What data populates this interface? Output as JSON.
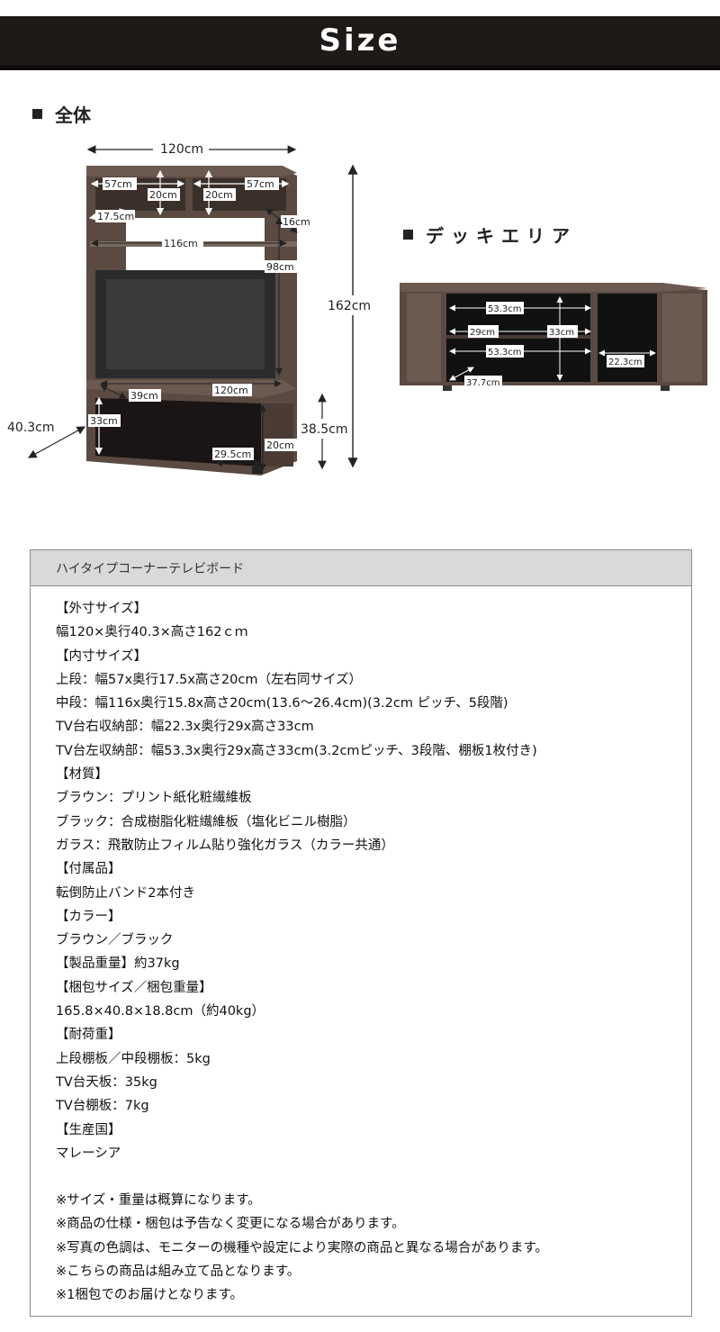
{
  "banner": {
    "title": "Size"
  },
  "sections": {
    "overall": "全体",
    "deck_area": "デッキエリア"
  },
  "overall_dims": {
    "width_total": "120cm",
    "top_left_width": "57cm",
    "top_right_width": "57cm",
    "top_left_height": "20cm",
    "top_right_height": "20cm",
    "top_depth": "17.5cm",
    "side_depth": "16cm",
    "middle_width": "116cm",
    "middle_height": "98cm",
    "total_height": "162cm",
    "deck_width": "120cm",
    "deck_depth": "39cm",
    "depth": "40.3cm",
    "cabinet_height": "33cm",
    "deck_height": "38.5cm",
    "base_width": "29.5cm",
    "base_height": "20cm"
  },
  "deck_dims": {
    "upper_width": "53.3cm",
    "shelf_pitch": "29cm",
    "inner_height": "33cm",
    "lower_width": "53.3cm",
    "right_width": "22.3cm",
    "depth": "37.7cm"
  },
  "spec": {
    "header": "ハイタイプコーナーテレビボード",
    "lines": [
      "【外寸サイズ】",
      "幅120×奥行40.3×高さ162ｃｍ",
      "【内寸サイズ】",
      "上段：幅57x奥行17.5x高さ20cm（左右同サイズ）",
      "中段：幅116x奥行15.8x高さ20cm(13.6～26.4cm)(3.2cm ピッチ、5段階)",
      "TV台右収納部：幅22.3x奥行29x高さ33cm",
      "TV台左収納部：幅53.3x奥行29x高さ33cm(3.2cmピッチ、3段階、棚板1枚付き)",
      "【材質】",
      "ブラウン：プリント紙化粧繊維板",
      "ブラック：合成樹脂化粧繊維板（塩化ビニル樹脂）",
      "ガラス：飛散防止フィルム貼り強化ガラス（カラー共通）",
      "【付属品】",
      "転倒防止バンド2本付き",
      "【カラー】",
      "ブラウン／ブラック",
      "【製品重量】約37kg",
      "【梱包サイズ／梱包重量】",
      "165.8×40.8×18.8cm（約40kg）",
      "【耐荷重】",
      "上段棚板／中段棚板：5kg",
      "TV台天板：35kg",
      "TV台棚板：7kg",
      "【生産国】",
      "マレーシア"
    ],
    "notes": [
      "※サイズ・重量は概算になります。",
      "※商品の仕様・梱包は予告なく変更になる場合があります。",
      "※写真の色調は、モニターの機種や設定により実際の商品と異なる場合があります。",
      "※こちらの商品は組み立て品となります。",
      "※1梱包でのお届けとなります。"
    ]
  },
  "colors": {
    "banner_bg": "#1e1a18",
    "wood": "#5a4a42",
    "wood_dark": "#3b2f2a",
    "screen": "#2b2b2b",
    "panel_header": "#d9d9d9"
  }
}
